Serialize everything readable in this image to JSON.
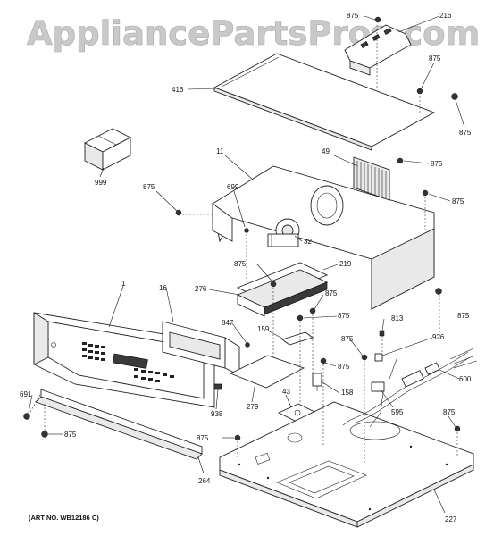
{
  "watermark": "AppliancePartsPros.com",
  "art_number": "(ART NO. WB12186 C)",
  "callouts": {
    "c875_top": "875",
    "c216": "216",
    "c875_r1": "875",
    "c416": "416",
    "c875_r2": "875",
    "c999": "999",
    "c11": "11",
    "c49": "49",
    "c875_r3": "875",
    "c875_l1": "875",
    "c699": "699",
    "c875_r4": "875",
    "c32": "32",
    "c875_m1": "875",
    "c219": "219",
    "c1": "1",
    "c16": "16",
    "c276": "276",
    "c875_m2": "875",
    "c875_r5": "875",
    "c847": "847",
    "c159": "159",
    "c875_m3": "875",
    "c813": "813",
    "c875_m4": "875",
    "c926": "926",
    "c875_m5": "875",
    "c600": "600",
    "c691": "691",
    "c43": "43",
    "c158": "158",
    "c938": "938",
    "c279": "279",
    "c595": "595",
    "c875_l2": "875",
    "c875_r6": "875",
    "c875_m6": "875",
    "c264": "264",
    "c227": "227"
  }
}
